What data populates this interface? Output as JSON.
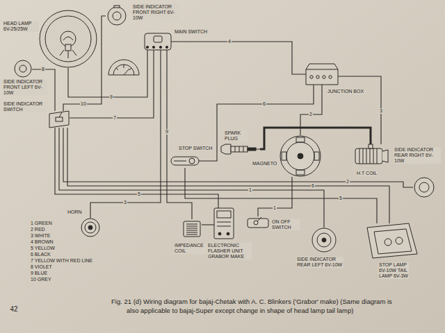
{
  "diagram": {
    "caption": "Fig. 21 (d) Wiring diagram for bajaj-Chetak with A. C. Blinkers ('Grabor' make) (Same diagram is also applicable to bajaj-Super except change in shape of head lamp tail lamp)",
    "nodes": [
      {
        "text": [
          "HEAD LAMP 6V-25/25W"
        ]
      },
      {
        "text": [
          "SIDE INDICATOR FRONT RIGHT 6V-10W"
        ]
      },
      {
        "text": [
          "MAIN SWITCH"
        ]
      },
      {
        "text": [
          "SIDE INDICATOR FRONT LEFT 6V-10W"
        ]
      },
      {
        "text": [
          "SIDE INDICATOR SWITCH"
        ]
      },
      {
        "text": [
          "STOP SWITCH"
        ]
      },
      {
        "text": [
          "SPARK PLUG"
        ]
      },
      {
        "text": [
          "JUNCTION BOX"
        ]
      },
      {
        "text": [
          "MAGNETO"
        ]
      },
      {
        "text": [
          "H.T COIL"
        ]
      },
      {
        "text": [
          "SIDE INDICATOR REAR RIGHT 6V-10W"
        ]
      },
      {
        "text": [
          "HORN"
        ]
      },
      {
        "text": [
          "IMPEDANCE COIL"
        ]
      },
      {
        "text": [
          "ELECTRONIC FLASHER UNIT GRABOR MAKE"
        ]
      },
      {
        "text": [
          "ON OFF SWITCH"
        ]
      },
      {
        "text": [
          "SIDE INDICATOR REAR LEFT 6V-10W"
        ]
      },
      {
        "text": [
          "STOP LAMP 6V-10W TAIL LAMP 6V-3W"
        ]
      }
    ],
    "edges": [
      {
        "from": 2,
        "to": 0,
        "arrow": "none"
      },
      {
        "from": 4,
        "to": 1,
        "arrow": "none"
      },
      {
        "from": 4,
        "to": 3,
        "arrow": "none"
      },
      {
        "from": 2,
        "to": 4,
        "arrow": "none"
      },
      {
        "from": 4,
        "to": 13,
        "arrow": "none"
      },
      {
        "from": 4,
        "to": 15,
        "arrow": "none"
      },
      {
        "from": 4,
        "to": 10,
        "arrow": "none"
      },
      {
        "from": 4,
        "to": 16,
        "arrow": "none"
      },
      {
        "from": 2,
        "to": 11,
        "arrow": "none"
      },
      {
        "from": 2,
        "to": 7,
        "arrow": "none"
      },
      {
        "from": 5,
        "to": 7,
        "arrow": "none"
      },
      {
        "from": 7,
        "to": 8,
        "arrow": "none"
      },
      {
        "from": 7,
        "to": 9,
        "arrow": "none"
      },
      {
        "from": 8,
        "to": 14,
        "arrow": "none"
      },
      {
        "from": 6,
        "to": 9,
        "arrow": "none"
      },
      {
        "from": 12,
        "to": 13,
        "arrow": "none"
      },
      {
        "from": 12,
        "to": 2,
        "arrow": "none"
      },
      {
        "from": 16,
        "to": 5,
        "arrow": "none"
      }
    ],
    "labels": [
      "9",
      "10",
      "8",
      "7",
      "5",
      "1",
      "2",
      "6",
      "3",
      "4",
      "6",
      "2",
      "3",
      "1",
      "9",
      "5",
      "42"
    ],
    "legend": [
      {
        "text": "1 GREEN"
      },
      {
        "text": "2 RED"
      },
      {
        "text": "3 WHITE"
      },
      {
        "text": "4 BROWN"
      },
      {
        "text": "5 YELLOW"
      },
      {
        "text": "6 BLACK"
      },
      {
        "text": "7 YELLOW WITH RED LINE"
      },
      {
        "text": "8 VIOLET"
      },
      {
        "text": "9 BLUE"
      },
      {
        "text": "10 GREY"
      }
    ]
  }
}
